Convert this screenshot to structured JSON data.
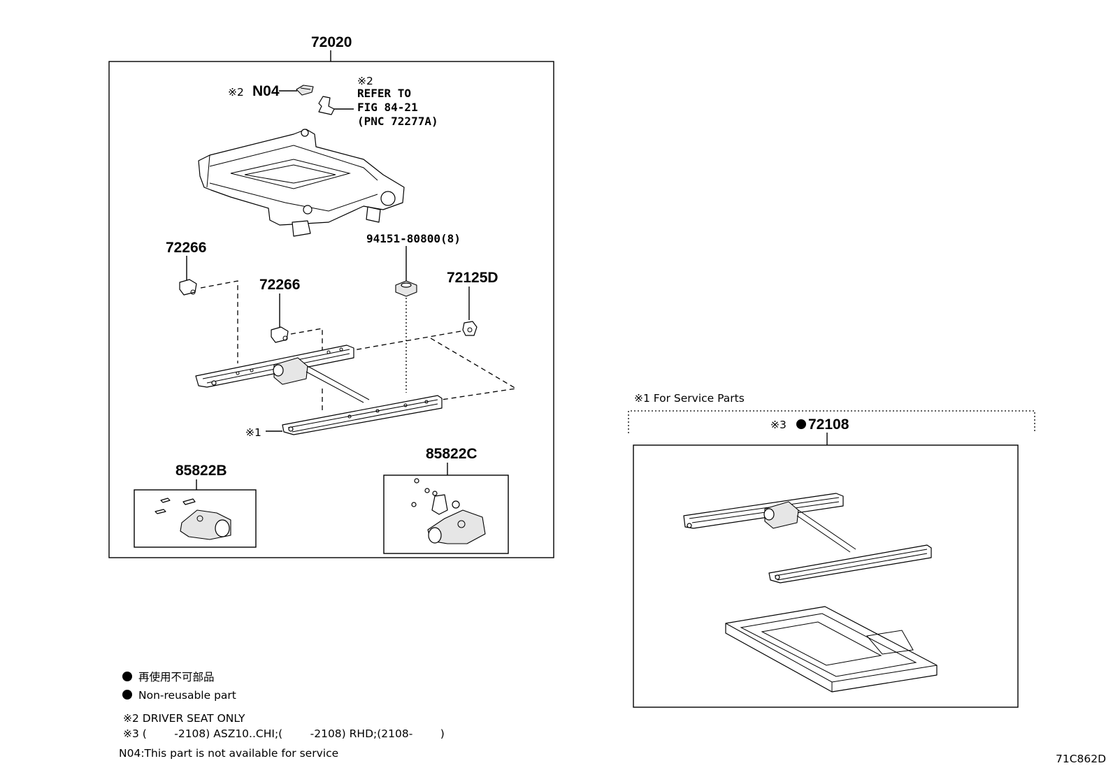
{
  "labels": {
    "assembly": "72020",
    "n04_prefix": "※2",
    "n04": "N04",
    "refer_mark": "※2",
    "refer_line1": "REFER TO",
    "refer_line2": "FIG 84-21",
    "refer_line3": "(PNC 72277A)",
    "bolt": "94151-80800(8)",
    "part_72266_left": "72266",
    "part_72266_mid": "72266",
    "part_72125d": "72125D",
    "mark_1": "※1",
    "part_85822b": "85822B",
    "part_85822c": "85822C",
    "service_title": "※1 For Service Parts",
    "service_prefix": "※3",
    "service_part": "72108"
  },
  "legend": {
    "jp": "再使用不可部品",
    "en": "Non-reusable part",
    "note2": "※2 DRIVER SEAT ONLY",
    "note3": "※3 (        -2108) ASZ10..CHI;(        -2108) RHD;(2108-        )",
    "n04_note": "N04:This part is not available for service"
  },
  "figure_id": "71C862D"
}
